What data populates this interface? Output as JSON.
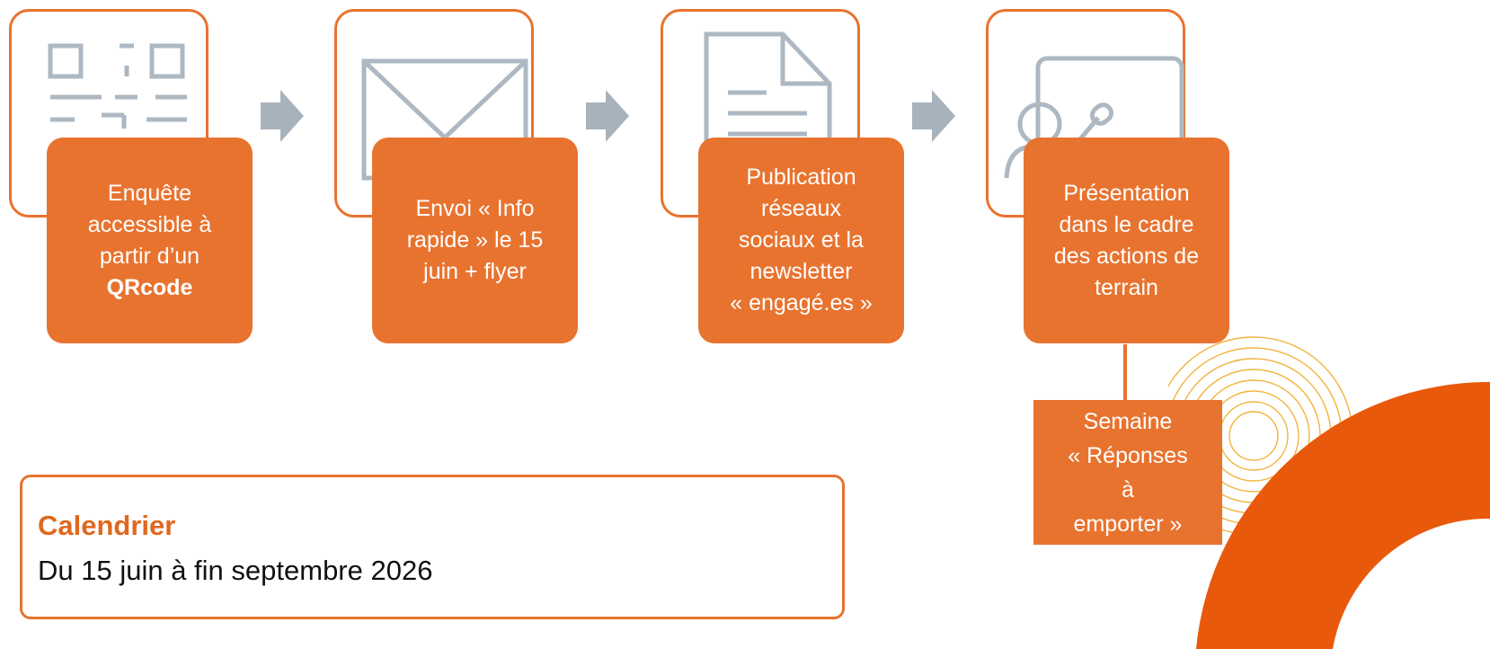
{
  "steps": [
    {
      "icon": "qr-code-icon",
      "lines": [
        "Enquête",
        "accessible à",
        "partir d’un"
      ],
      "bold": "QRcode"
    },
    {
      "icon": "envelope-icon",
      "lines": [
        "Envoi « Info",
        "rapide » le 15",
        "juin + flyer"
      ],
      "bold": ""
    },
    {
      "icon": "document-icon",
      "lines": [
        "Publication",
        "réseaux",
        "sociaux et la",
        "newsletter",
        "« engagé.es »"
      ],
      "bold": ""
    },
    {
      "icon": "presenter-board-icon",
      "lines": [
        "Présentation",
        "dans le cadre",
        "des actions de",
        "terrain"
      ],
      "bold": ""
    }
  ],
  "semaine": {
    "lines": [
      "Semaine",
      "« Réponses",
      "à",
      "emporter »"
    ]
  },
  "calendar": {
    "title": "Calendrier",
    "text": "Du 15 juin à fin septembre 2026"
  },
  "colors": {
    "accent": "#E8732F",
    "deep_orange": "#E8590C",
    "ring_yellow": "#F2B33D",
    "icon_gray": "#AEB8C2",
    "arrow_gray": "#A7B2BC"
  }
}
